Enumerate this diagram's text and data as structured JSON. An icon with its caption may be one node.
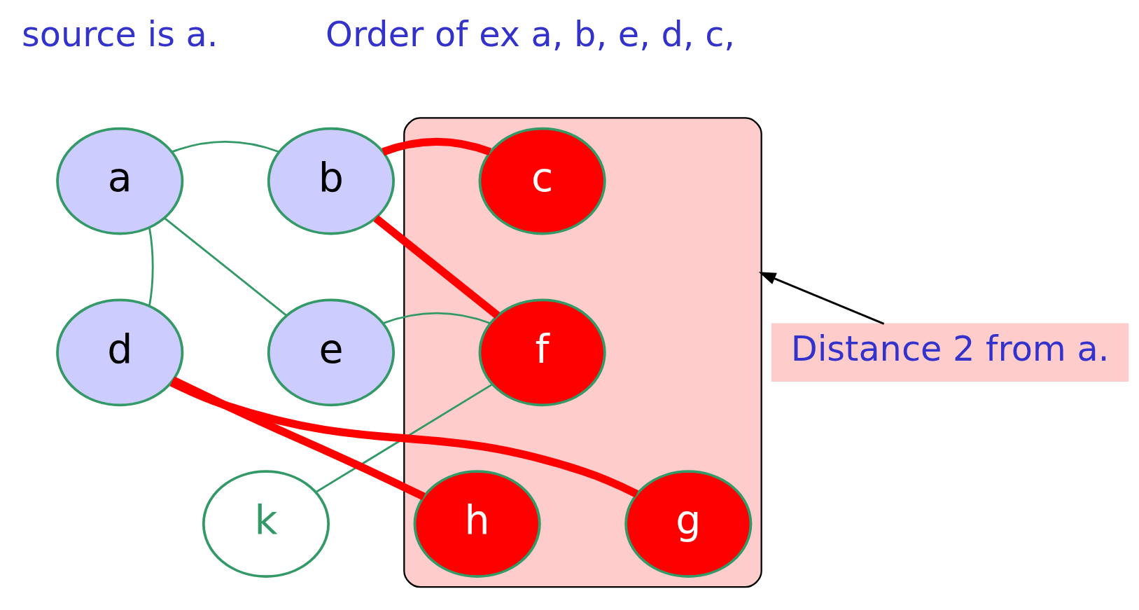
{
  "diagram": {
    "nodes": [
      {
        "text": [],
        "shape": "blob"
      },
      {
        "text": [
          "a"
        ]
      },
      {
        "text": [
          "b"
        ]
      },
      {
        "text": [
          "c"
        ],
        "in": 0
      },
      {
        "text": [
          "d"
        ]
      },
      {
        "text": [
          "e"
        ]
      },
      {
        "text": [
          "f"
        ],
        "in": 0
      },
      {
        "text": [
          "g"
        ],
        "in": 0
      },
      {
        "text": [
          "h"
        ],
        "in": 0
      },
      {
        "text": [
          "k"
        ]
      },
      {
        "text": [
          "Distance 2 from a."
        ]
      }
    ],
    "edges": [
      {
        "from": 1,
        "to": 2,
        "arrow": "none"
      },
      {
        "from": 2,
        "to": 3,
        "arrow": "none",
        "style": "thick",
        "color": "#ff0000"
      },
      {
        "from": 1,
        "to": 4,
        "arrow": "none"
      },
      {
        "from": 1,
        "to": 5,
        "arrow": "none"
      },
      {
        "from": 2,
        "to": 6,
        "arrow": "none",
        "style": "thick",
        "color": "#ff0000"
      },
      {
        "from": 5,
        "to": 6,
        "arrow": "none"
      },
      {
        "from": 4,
        "to": 7,
        "arrow": "none",
        "style": "thick",
        "color": "#ff0000"
      },
      {
        "from": 4,
        "to": 8,
        "arrow": "none",
        "style": "thick",
        "color": "#ff0000"
      },
      {
        "from": 6,
        "to": 9,
        "arrow": "none"
      },
      {
        "from": 10,
        "to": 0,
        "arrow": "to",
        "color": "#000000"
      }
    ],
    "labels": [
      "source is a.",
      "Order of ex a, b, e, d, c,"
    ]
  }
}
